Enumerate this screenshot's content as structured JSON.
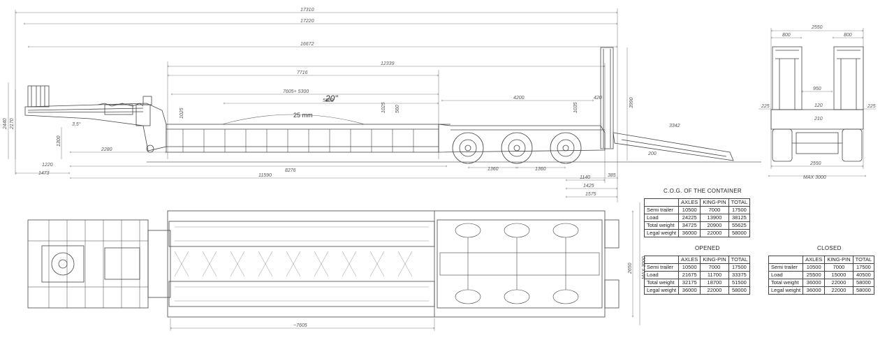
{
  "side_view": {
    "dims": {
      "d17310": "17310",
      "d17220": "17220",
      "d16672": "16672",
      "d12339": "12339",
      "d7716": "7716",
      "d7605": "7605+ 5300",
      "d5853": "5853",
      "d4200": "4200",
      "d420": "420",
      "d3342": "3342",
      "d2280": "2280",
      "d1220": "1220",
      "d1473": "1473",
      "d8276": "8276",
      "d11590": "11590",
      "d1360a": "1360",
      "d1360b": "1360",
      "d1140": "1140",
      "d1425": "1425",
      "d1575": "1575",
      "d2440": "2440",
      "d2170": "2170",
      "d1300": "1300",
      "d1025a": "1025",
      "d560": "560",
      "d1025b": "1025",
      "d1035": "1035",
      "d3990": "3990",
      "d385": "385",
      "d200": "200"
    },
    "angle": "3,5°",
    "container_label": "20\"",
    "plate_label": "25 mm"
  },
  "rear_view": {
    "dims": {
      "d2550top": "2550",
      "d800l": "800",
      "d800r": "800",
      "d950": "950",
      "d225l": "225",
      "d225r": "225",
      "d120": "120",
      "d210": "210",
      "d2550bot": "2550",
      "dmax": "MAX 3000"
    }
  },
  "plan_view": {
    "dims": {
      "d7605": "~7605",
      "d2650": "2650",
      "dmax": "MAX 3000"
    }
  },
  "tables": {
    "cog": {
      "title": "C.O.G. OF THE CONTAINER",
      "headers": [
        "",
        "AXLES",
        "KING-PIN",
        "TOTAL"
      ],
      "rows": [
        [
          "Semi trailer",
          "10500",
          "7000",
          "17500"
        ],
        [
          "Load",
          "24225",
          "13900",
          "38125"
        ],
        [
          "Total weight",
          "34725",
          "20900",
          "55625"
        ],
        [
          "Legal weight",
          "36000",
          "22000",
          "58000"
        ]
      ]
    },
    "opened": {
      "title": "OPENED",
      "headers": [
        "",
        "AXLES",
        "KING-PIN",
        "TOTAL"
      ],
      "rows": [
        [
          "Semi trailer",
          "10500",
          "7000",
          "17500"
        ],
        [
          "Load",
          "21675",
          "11700",
          "33375"
        ],
        [
          "Total weight",
          "32175",
          "18700",
          "51500"
        ],
        [
          "Legal weight",
          "36000",
          "22000",
          "58000"
        ]
      ]
    },
    "closed": {
      "title": "CLOSED",
      "headers": [
        "",
        "AXLES",
        "KING-PIN",
        "TOTAL"
      ],
      "rows": [
        [
          "Semi trailer",
          "10500",
          "7000",
          "17500"
        ],
        [
          "Load",
          "25500",
          "15000",
          "40500"
        ],
        [
          "Total weight",
          "36000",
          "22000",
          "58000"
        ],
        [
          "Legal weight",
          "36000",
          "22000",
          "58000"
        ]
      ]
    }
  }
}
